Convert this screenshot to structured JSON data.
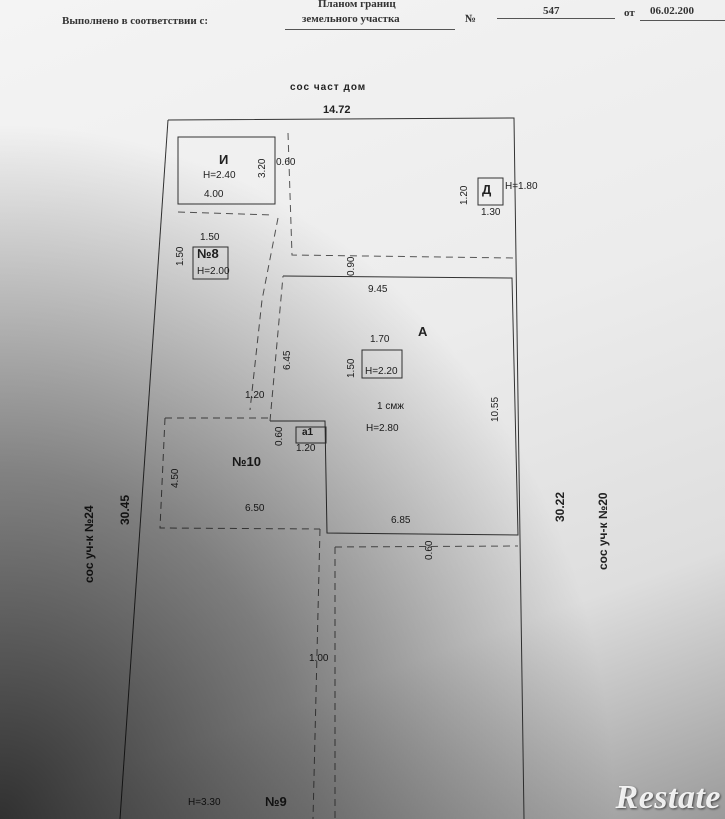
{
  "header": {
    "done_label": "Выполнено в соответствии с:",
    "plan_line1": "Планом границ",
    "plan_line2": "земельного участка",
    "number_sign": "№",
    "number_value": "547",
    "date_prefix": "от",
    "date_value": "06.02.200"
  },
  "plan": {
    "top_neighbor": "сос  част  дом",
    "top_length": "14.72",
    "left_neighbor": "сос  уч-к №24",
    "left_length": "30.45",
    "right_neighbor": "сос  уч-к №20",
    "right_length": "30.22",
    "building_I": {
      "letter": "И",
      "height": "H=2.40",
      "width": "4.00",
      "depth": "3.20",
      "offset": "0.60"
    },
    "building_D": {
      "letter": "Д",
      "height": "H=1.80",
      "width": "1.30",
      "depth": "1.20"
    },
    "building_8": {
      "num": "№8",
      "height": "H=2.00",
      "width": "1.50",
      "depth": "1.50"
    },
    "building_A": {
      "letter": "А",
      "width": "9.45",
      "offset": "0.90",
      "side": "10.55",
      "floors": "1 смж",
      "height": "H=2.80",
      "inner_width": "1.70",
      "inner_depth": "1.50",
      "inner_height": "H=2.20",
      "bottom_width": "6.85",
      "bottom_offset": "0.60"
    },
    "building_a1": {
      "letter": "а1",
      "width": "1.20",
      "depth": "0.60"
    },
    "building_10": {
      "num": "№10",
      "width": "6.50",
      "depth": "4.50",
      "step": "1.20",
      "side": "6.45"
    },
    "building_9": {
      "num": "№9",
      "height": "H=3.30"
    },
    "path_length": "1.00"
  },
  "watermark": "Restate"
}
